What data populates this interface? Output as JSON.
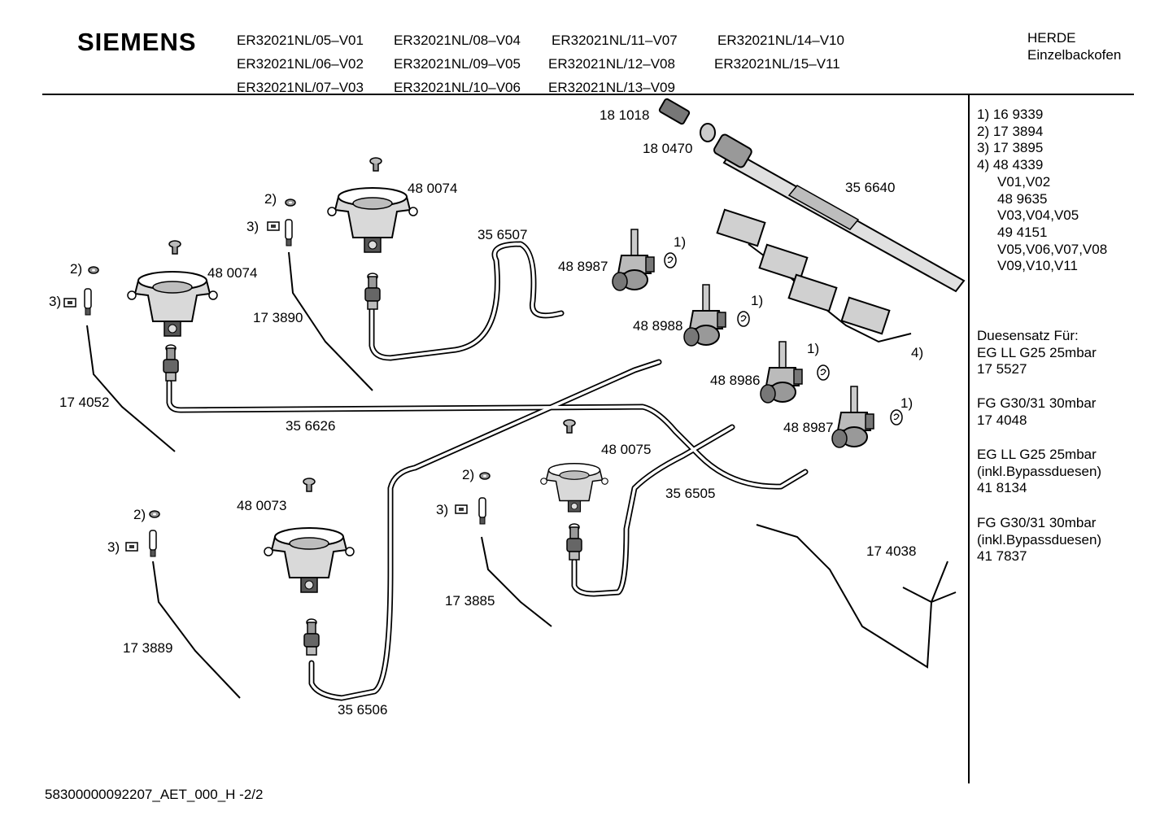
{
  "brand": "SIEMENS",
  "models": [
    [
      "ER32021NL/05–V01",
      "ER32021NL/08–V04",
      "ER32021NL/11–V07",
      "ER32021NL/14–V10"
    ],
    [
      "ER32021NL/06–V02",
      "ER32021NL/09–V05",
      "ER32021NL/12–V08",
      "ER32021NL/15–V11"
    ],
    [
      "ER32021NL/07–V03",
      "ER32021NL/10–V06",
      "ER32021NL/13–V09"
    ]
  ],
  "category": [
    "HERDE",
    "Einzelbackofen"
  ],
  "side_notes": [
    "1)  16 9339",
    "2)  17 3894",
    "3)  17 3895",
    "4)  48 4339",
    "V01,V02",
    "48 9635",
    "V03,V04,V05",
    "49 4151",
    "V05,V06,V07,V08",
    "V09,V10,V11"
  ],
  "nozzle_sets": [
    [
      "Duesensatz Für:",
      "EG LL G25 25mbar",
      "17 5527"
    ],
    [
      "FG G30/31 30mbar",
      "17 4048"
    ],
    [
      "EG LL G25 25mbar",
      "(inkl.Bypassduesen)",
      "41 8134"
    ],
    [
      "FG G30/31 30mbar",
      "(inkl.Bypassduesen)",
      "41 7837"
    ]
  ],
  "part_labels": [
    "18 1018",
    "18 0470",
    "35 6640",
    "48 0074",
    "2)",
    "3)",
    "35 6507",
    "48 8987",
    "1)",
    "48 0074",
    "2)",
    "3)",
    "17 3890",
    "48 8988",
    "1)",
    "4)",
    "48 8986",
    "1)",
    "17 4052",
    "35 6626",
    "48 8987",
    "1)",
    "48 0075",
    "2)",
    "3)",
    "35 6505",
    "48 0073",
    "2)",
    "3)",
    "17 4038",
    "17 3885",
    "17 3889",
    "35 6506"
  ],
  "footer": "58300000092207_AET_000_H  -2/2"
}
